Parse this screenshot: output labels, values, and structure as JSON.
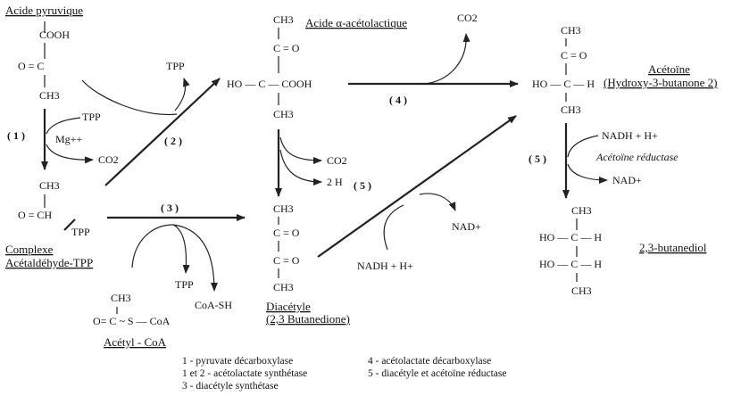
{
  "compounds": {
    "pyruvic": {
      "name": "Acide pyruvique",
      "lines": [
        "COOH",
        "O = C",
        "CH3"
      ]
    },
    "complex": {
      "lines": [
        "CH3",
        "O = CH",
        "TPP"
      ],
      "name_line1": "Complexe",
      "name_line2": "Acétaldéhyde-TPP"
    },
    "acetylcoa": {
      "ch3": "CH3",
      "formula": "O= C ~ S — CoA",
      "name": "Acétyl - CoA"
    },
    "acetolactic": {
      "name": "Acide α-acétolactique",
      "ch3_top": "CH3",
      "co": "C = O",
      "center": "HO — C — COOH",
      "ch3_bottom": "CH3"
    },
    "diacetyl": {
      "lines": [
        "CH3",
        "C = O",
        "C = O",
        "CH3"
      ],
      "name_line1": "Diacétyle",
      "name_line2": "(2,3 Butanedione)"
    },
    "acetoin": {
      "name_line1": "Acétoïne",
      "name_line2": "(Hydroxy-3-butanone 2)",
      "ch3_top": "CH3",
      "co": "C = O",
      "center": "HO — C — H",
      "ch3_bottom": "CH3"
    },
    "butanediol": {
      "name": "2,3-butanediol",
      "ch3_top": "CH3",
      "row1": "HO — C — H",
      "row2": "HO — C — H",
      "ch3_bottom": "CH3"
    }
  },
  "reagents": {
    "tpp_top": "TPP",
    "tpp_step1": "TPP",
    "mg": "Mg++",
    "co2_step1": "CO2",
    "co2_top": "CO2",
    "co2_diacetyl": "CO2",
    "two_h": "2 H",
    "tpp_step3": "TPP",
    "coash": "CoA-SH",
    "nad_step5": "NAD+",
    "nadh_step5": "NADH + H+",
    "nadh_right": "NADH + H+",
    "nad_right": "NAD+",
    "enzyme_italic": "Acétoïne réductase"
  },
  "steps": {
    "s1": "( 1 )",
    "s2": "( 2 )",
    "s3": "( 3 )",
    "s4": "( 4 )",
    "s5a": "( 5 )",
    "s5b": "( 5 )"
  },
  "legend": {
    "left": [
      "1 - pyruvate décarboxylase",
      "1 et 2 - acétolactate synthétase",
      "3 - diacétyle synthétase"
    ],
    "right": [
      "4 - acétolactate décarboxylase",
      "5 - diacétyle et acétoïne réductase"
    ]
  }
}
